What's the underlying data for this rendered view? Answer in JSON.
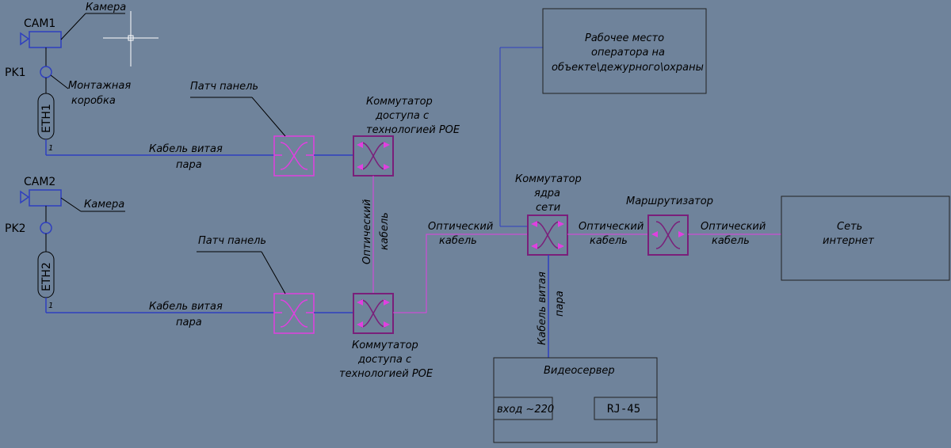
{
  "colors": {
    "background": "#6f839b",
    "blue_line": "#2f3fbf",
    "magenta": "#e040e0",
    "purple": "#7a1f7a",
    "black": "#000000",
    "white": "#ffffff"
  },
  "cameras": {
    "cam1": {
      "label": "CAM1",
      "box": "PK1",
      "eth": "ETH1",
      "port": "1",
      "camera_note": "Камера",
      "box_note_l1": "Монтажная",
      "box_note_l2": "коробка"
    },
    "cam2": {
      "label": "CAM2",
      "box": "PK2",
      "eth": "ETH2",
      "port": "1",
      "camera_note": "Камера"
    }
  },
  "labels": {
    "patch1": "Патч панель",
    "patch2": "Патч панель",
    "cable1_l1": "Кабель витая",
    "cable1_l2": "пара",
    "cable2_l1": "Кабель витая",
    "cable2_l2": "пара",
    "switch1_l1": "Коммутатор",
    "switch1_l2": "доступа с",
    "switch1_l3": "технологией POE",
    "switch2_l1": "Коммутатор",
    "switch2_l2": "доступа с",
    "switch2_l3": "технологией POE",
    "optic_vert_l1": "Оптический",
    "optic_vert_l2": "кабель",
    "optic2_l1": "Оптический",
    "optic2_l2": "кабель",
    "core_l1": "Коммутатор",
    "core_l2": "ядра",
    "core_l3": "сети",
    "optic3_l1": "Оптический",
    "optic3_l2": "кабель",
    "router": "Маршрутизатор",
    "optic4_l1": "Оптический",
    "optic4_l2": "кабель",
    "server_cable_l1": "Кабель витая",
    "server_cable_l2": "пара"
  },
  "operator": {
    "l1": "Рабочее место",
    "l2": "оператора на",
    "l3": "объекте\\дежурного\\охраны"
  },
  "internet": {
    "l1": "Сеть",
    "l2": "интернет"
  },
  "server": {
    "title": "Видеосервер",
    "input": "вход ~220",
    "port": "RJ-45"
  }
}
